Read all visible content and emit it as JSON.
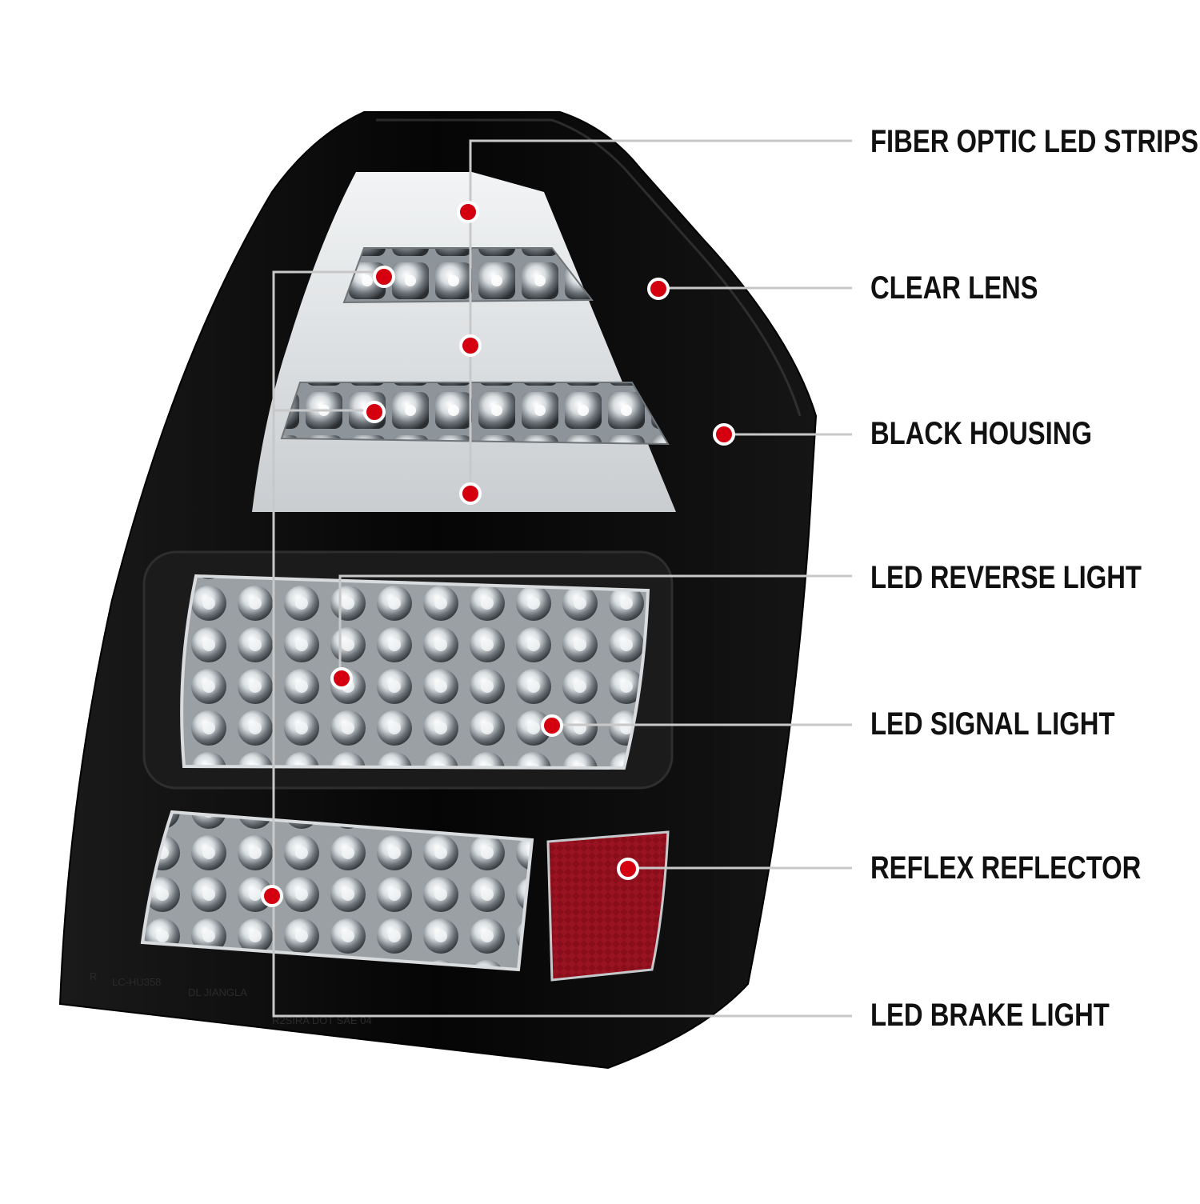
{
  "callouts": [
    {
      "label": "FIBER OPTIC LED STRIPS"
    },
    {
      "label": "CLEAR LENS"
    },
    {
      "label": "BLACK HOUSING"
    },
    {
      "label": "LED REVERSE LIGHT"
    },
    {
      "label": "LED SIGNAL LIGHT"
    },
    {
      "label": "REFLEX REFLECTOR"
    },
    {
      "label": "LED BRAKE LIGHT"
    }
  ],
  "product": {
    "housing_markings": [
      "R",
      "LC-HU358",
      "DL JIANGLA",
      "R2SIRA DOT SAE 04"
    ]
  },
  "colors": {
    "dot": "#d4000f",
    "leader": "#c8c8c8",
    "housing": "#0a0a0a",
    "reflector": "#8a0d1a"
  }
}
